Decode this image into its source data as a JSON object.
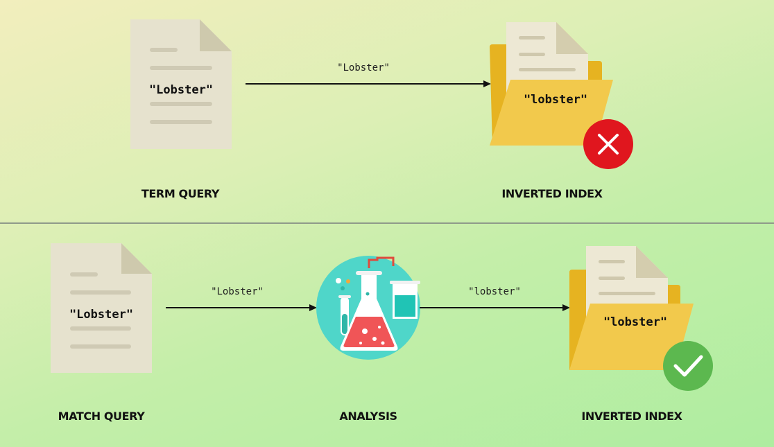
{
  "top": {
    "document_text": "\"Lobster\"",
    "arrow_label": "\"Lobster\"",
    "index_text": "\"lobster\"",
    "query_caption": "TERM QUERY",
    "index_caption": "INVERTED INDEX",
    "result_icon": "cross-icon",
    "result_color": "#e0161e"
  },
  "bottom": {
    "document_text": "\"Lobster\"",
    "arrow_label_1": "\"Lobster\"",
    "arrow_label_2": "\"lobster\"",
    "index_text": "\"lobster\"",
    "query_caption": "MATCH QUERY",
    "analysis_caption": "ANALYSIS",
    "index_caption": "INVERTED INDEX",
    "analysis_icon": "lab-flasks-icon",
    "result_icon": "check-icon",
    "result_color": "#5cb84f"
  }
}
